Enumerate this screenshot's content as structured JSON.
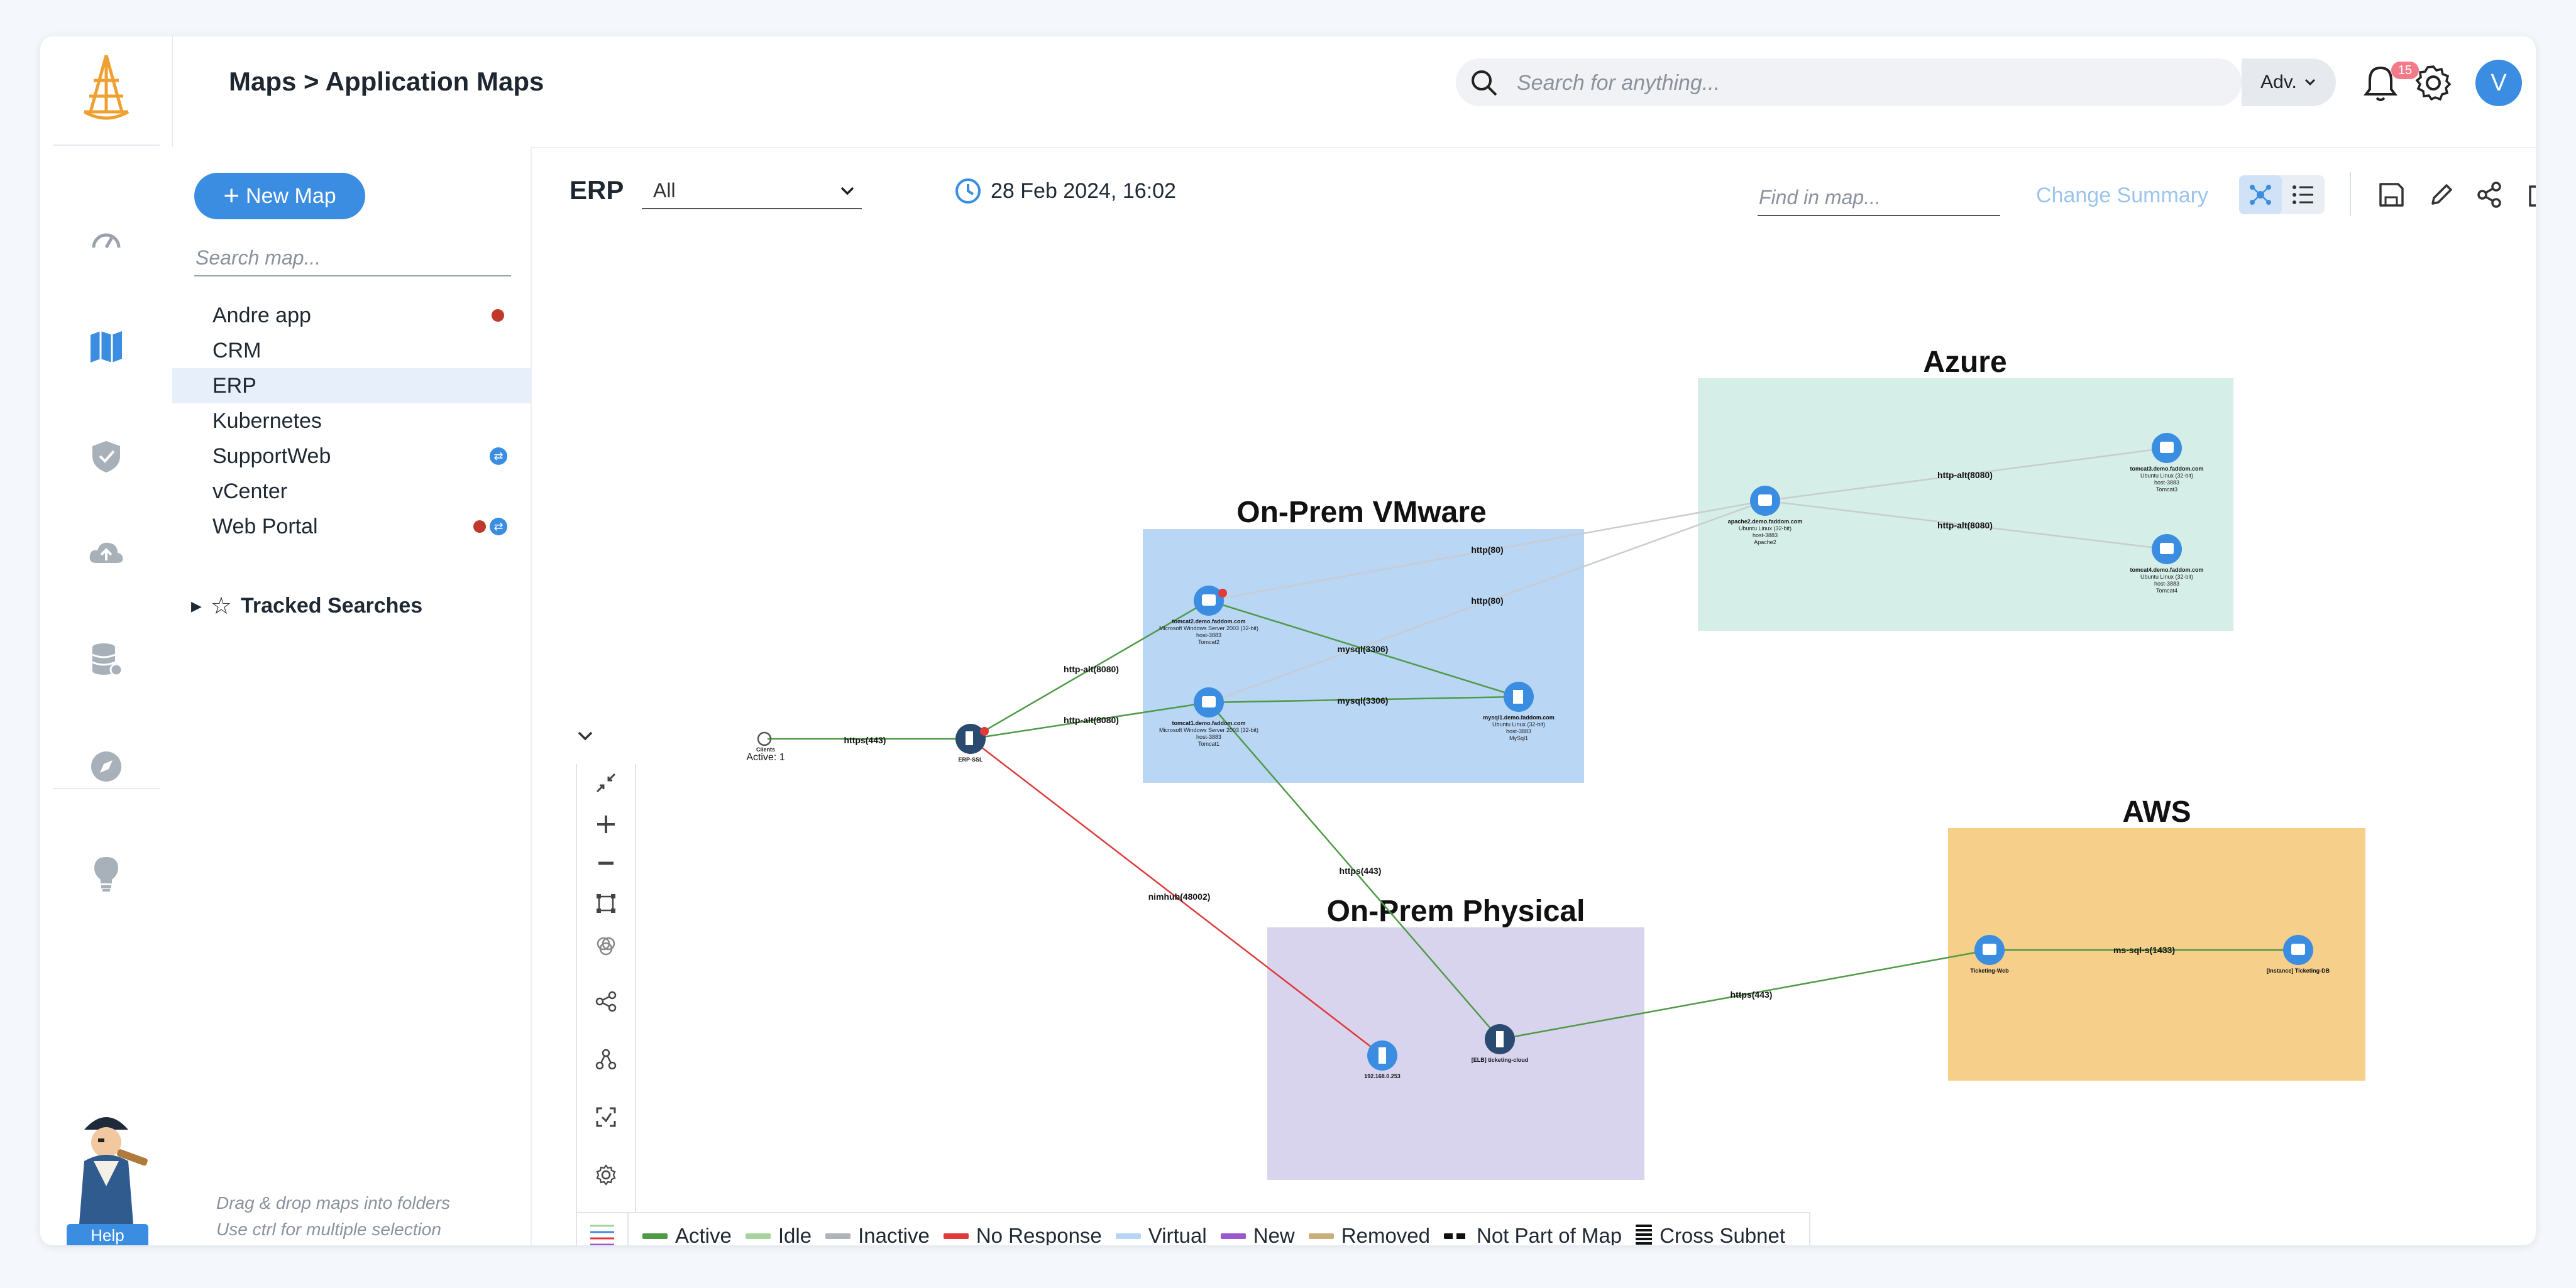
{
  "header": {
    "breadcrumb": "Maps > Application Maps",
    "search_placeholder": "Search for anything...",
    "adv_label": "Adv.",
    "notification_count": "15",
    "user_initial": "V"
  },
  "panel": {
    "new_map_label": "New Map",
    "search_placeholder": "Search map...",
    "maps": [
      {
        "label": "Andre app",
        "dot": true,
        "sync": false
      },
      {
        "label": "CRM",
        "dot": false,
        "sync": false
      },
      {
        "label": "ERP",
        "dot": false,
        "sync": false,
        "selected": true
      },
      {
        "label": "Kubernetes",
        "dot": false,
        "sync": false
      },
      {
        "label": "SupportWeb",
        "dot": false,
        "sync": true
      },
      {
        "label": "vCenter",
        "dot": false,
        "sync": false
      },
      {
        "label": "Web Portal",
        "dot": true,
        "sync": true
      }
    ],
    "tracked_searches": "Tracked Searches",
    "hint_line1": "Drag & drop maps into folders",
    "hint_line2": "Use ctrl for multiple selection"
  },
  "toolbar": {
    "map_name": "ERP",
    "filter_value": "All",
    "date": "28 Feb 2024, 16:02",
    "find_placeholder": "Find in map...",
    "change_summary": "Change Summary"
  },
  "colors": {
    "accent": "#3a8de0",
    "active": "#4f9a46",
    "no_response": "#e03a3a",
    "idle": "#a9d39e",
    "inactive": "#b0b4b8",
    "virtual": "#b8d6f4",
    "new": "#9b59d0",
    "removed": "#c9b07a",
    "group_vmware": "#b9d6f5",
    "group_azure": "#d6eee8",
    "group_physical": "#d8d4ee",
    "group_aws": "#f6cf8b"
  },
  "groups": {
    "vmware": "On-Prem VMware",
    "azure": "Azure",
    "physical": "On-Prem Physical",
    "aws": "AWS"
  },
  "nodes": {
    "clients": "Clients",
    "clients_sub": "Active: 1",
    "erp_ssl": "ERP-SSL",
    "tomcat2": "tomcat2.demo.faddom.com",
    "tomcat2_os": "Microsoft Windows Server 2003 (32-bit)",
    "tomcat2_host": "host-3883",
    "tomcat2_app": "Tomcat2",
    "tomcat1": "tomcat1.demo.faddom.com",
    "tomcat1_os": "Microsoft Windows Server 2003 (32-bit)",
    "tomcat1_host": "host-3883",
    "tomcat1_app": "Tomcat1",
    "mysql": "mysql1.demo.faddom.com",
    "mysql_os": "Ubuntu Linux (32-bit)",
    "mysql_host": "host-3883",
    "mysql_app": "MySql1",
    "apache2": "apache2.demo.faddom.com",
    "apache2_os": "Ubuntu Linux (32-bit)",
    "apache2_host": "host-3883",
    "apache2_app": "Apache2",
    "tomcat3": "tomcat3.demo.faddom.com",
    "tomcat3_os": "Ubuntu Linux (32-bit)",
    "tomcat3_host": "host-3883",
    "tomcat3_app": "Tomcat3",
    "tomcat4": "tomcat4.demo.faddom.com",
    "tomcat4_os": "Ubuntu Linux (32-bit)",
    "tomcat4_host": "host-3883",
    "tomcat4_app": "Tomcat4",
    "ip_node": "192.168.0.253",
    "ticketing_cloud": "[ELB] ticketing-cloud",
    "ticketing_web": "Ticketing-Web",
    "ticketing_db": "[Instance] Ticketing-DB"
  },
  "edges": {
    "clients_erp": "https(443)",
    "erp_tomcat2": "http-alt(8080)",
    "erp_tomcat1": "http-alt(8080)",
    "erp_ip": "nimhub(48002)",
    "tomcat2_apache": "http(80)",
    "tomcat1_apache": "http(80)",
    "tomcat2_mysql": "mysql(3306)",
    "tomcat1_mysql": "mysql(3306)",
    "tomcat1_elb": "https(443)",
    "apache_tomcat3": "http-alt(8080)",
    "apache_tomcat4": "http-alt(8080)",
    "elb_web": "https(443)",
    "web_db": "ms-sql-s(1433)"
  },
  "legend": [
    {
      "label": "Active",
      "color": "#4f9a46",
      "style": "solid"
    },
    {
      "label": "Idle",
      "color": "#a9d39e",
      "style": "solid"
    },
    {
      "label": "Inactive",
      "color": "#b0b4b8",
      "style": "solid"
    },
    {
      "label": "No Response",
      "color": "#e03a3a",
      "style": "solid"
    },
    {
      "label": "Virtual",
      "color": "#b8d6f4",
      "style": "solid"
    },
    {
      "label": "New",
      "color": "#9b59d0",
      "style": "solid"
    },
    {
      "label": "Removed",
      "color": "#c9b07a",
      "style": "solid"
    },
    {
      "label": "Not Part of Map",
      "color": "#111111",
      "style": "dashed"
    },
    {
      "label": "Cross Subnet",
      "color": "#111111",
      "style": "stack"
    }
  ]
}
